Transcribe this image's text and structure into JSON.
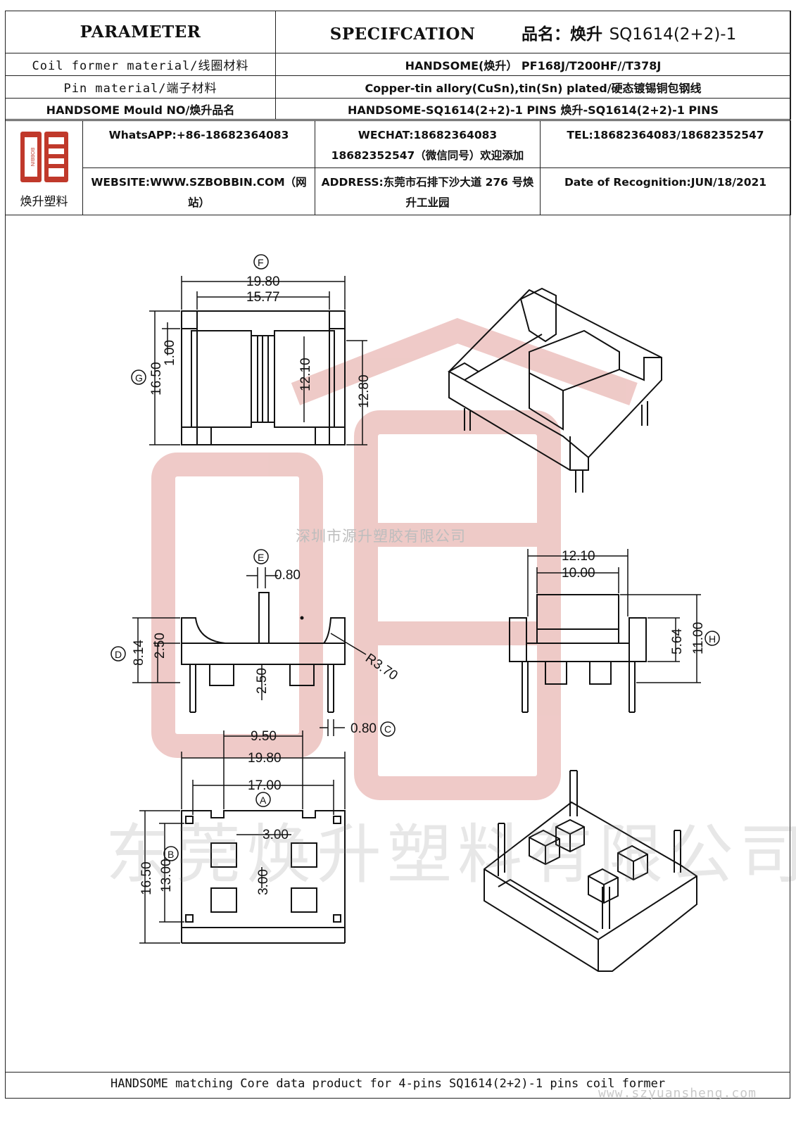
{
  "header": {
    "parameter": "PARAMETER",
    "specification": "SPECIFCATION",
    "name_label": "品名：焕升",
    "name_value": "SQ1614(2+2)-1"
  },
  "rows": [
    {
      "label": "Coil former material/线圈材料",
      "value": "HANDSOME(焕升）  PF168J/T200HF//T378J"
    },
    {
      "label": "Pin material/端子材料",
      "value": "Copper-tin allory(CuSn),tin(Sn) plated/硬态镀锡铜包钢线"
    },
    {
      "label": "HANDSOME Mould NO/焕升品名",
      "value": "HANDSOME-SQ1614(2+2)-1 PINS    焕升-SQ1614(2+2)-1 PINS"
    }
  ],
  "contact": {
    "logo_caption": "焕升塑料",
    "whatsapp": "WhatsAPP:+86-18682364083",
    "wechat": "WECHAT:18682364083 18682352547（微信同号）欢迎添加",
    "tel": "TEL:18682364083/18682352547",
    "website": "WEBSITE:WWW.SZBOBBIN.COM（网站）",
    "address": "ADDRESS:东莞市石排下沙大道 276 号焕升工业园",
    "date": "Date of Recognition:JUN/18/2021"
  },
  "drawing": {
    "dims": {
      "F": "F",
      "E": "E",
      "D": "D",
      "C": "C",
      "B": "B",
      "A": "A",
      "G": "G",
      "H": "H",
      "top_w1": "19.80",
      "top_w2": "15.77",
      "top_h1": "16.50",
      "top_h2": "1.00",
      "top_h3": "12.10",
      "top_h4": "12.80",
      "front_pin": "0.80",
      "front_h1": "8.14",
      "front_h2": "2.50",
      "front_h3": "2.50",
      "front_r": "R3.70",
      "front_pin2": "0.80",
      "side_w1": "12.10",
      "side_w2": "10.00",
      "side_h1": "5.64",
      "side_h2": "11.00",
      "bot_w1": "9.50",
      "bot_w2": "19.80",
      "bot_w3": "17.00",
      "bot_sq": "3.00",
      "bot_sq2": "3.00",
      "bot_h1": "16.50",
      "bot_h2": "13.00"
    },
    "watermark_company": "深圳市源升塑胶有限公司",
    "watermark_big": "东莞焕升塑料有限公司",
    "logo_mark": "BOBBIN"
  },
  "footer": {
    "text": "HANDSOME matching Core data  product for 4-pins SQ1614(2+2)-1 pins coil former",
    "website": "www.szyuansheng.com"
  }
}
